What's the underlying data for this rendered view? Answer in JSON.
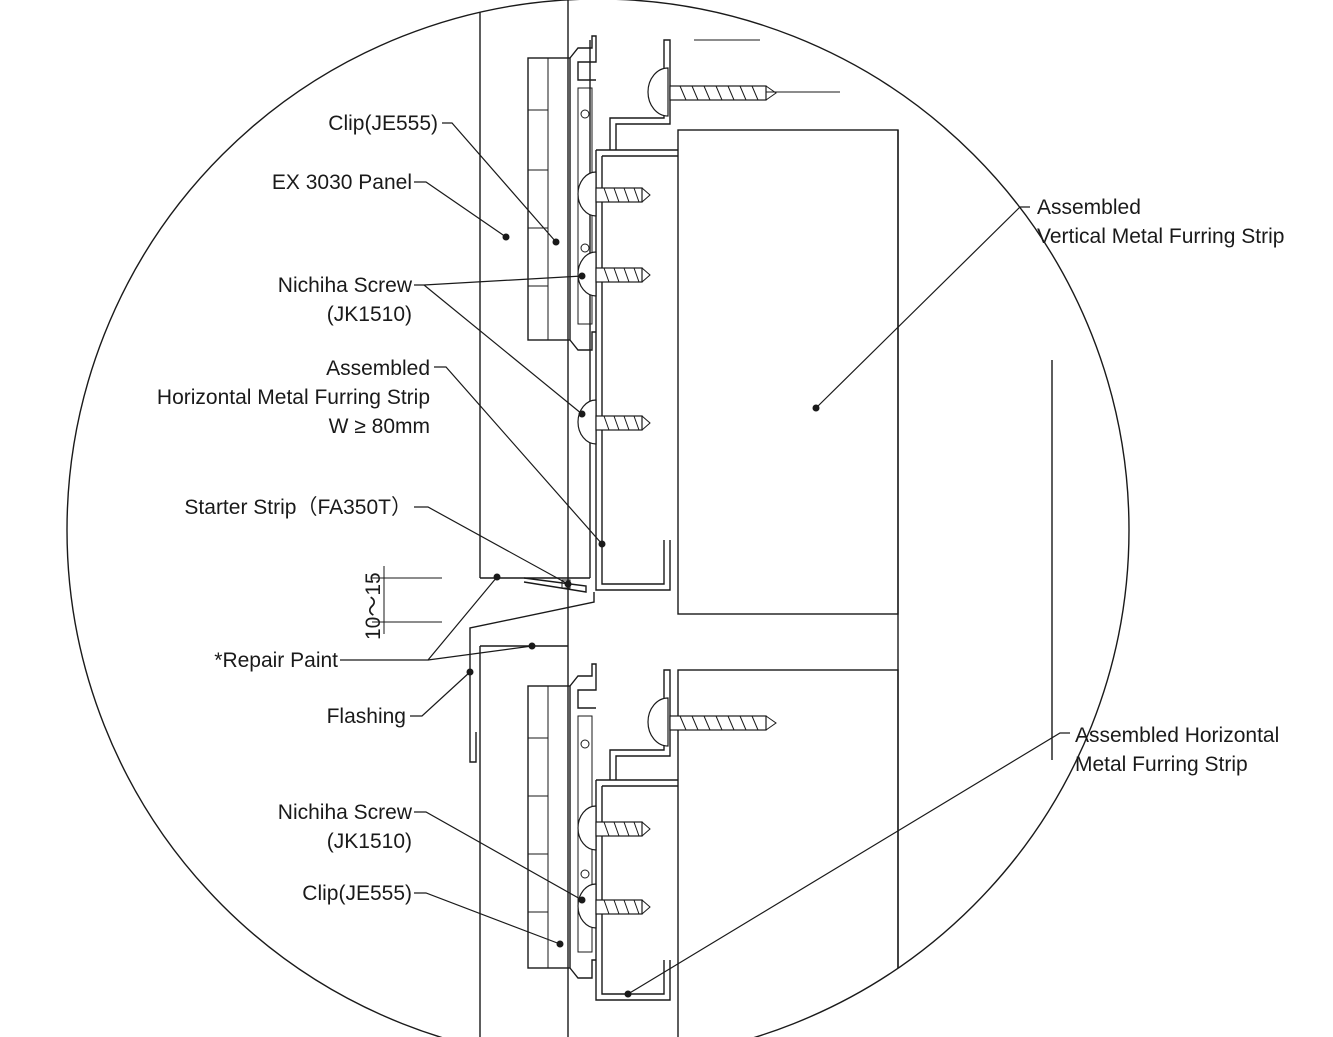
{
  "labels": {
    "clip_top": "Clip(JE555)",
    "panel": "EX 3030 Panel",
    "screw_top_1": "Nichiha Screw",
    "screw_top_2": "(JK1510)",
    "hstrip_1": "Assembled",
    "hstrip_2": "Horizontal Metal Furring Strip",
    "hstrip_3": "W ≥ 80mm",
    "starter": "Starter Strip（FA350T）",
    "repair": "*Repair Paint",
    "flashing": "Flashing",
    "screw_bot_1": "Nichiha Screw",
    "screw_bot_2": "(JK1510)",
    "clip_bot": "Clip(JE555)",
    "vstrip_1": "Assembled",
    "vstrip_2": "Vertical Metal Furring Strip",
    "hstrip_right_1": "Assembled Horizontal",
    "hstrip_right_2": "Metal Furring Strip",
    "dimension": "10～15"
  },
  "colors": {
    "line": "#1a1a1a",
    "background": "#ffffff"
  }
}
